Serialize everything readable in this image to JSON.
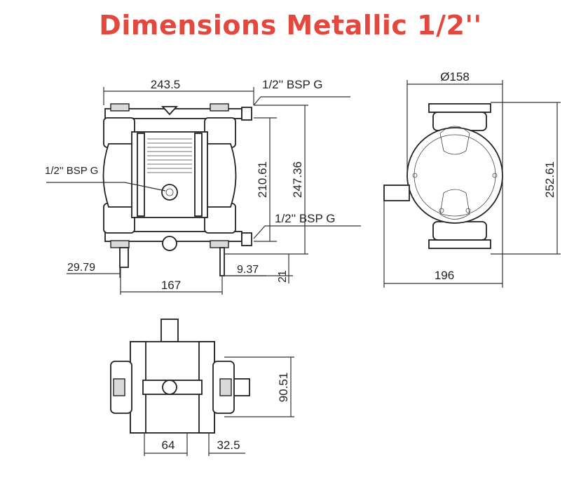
{
  "title": "Dimensions Metallic 1/2''",
  "colors": {
    "title": "#e2483d",
    "drawing": "#222222"
  },
  "front_view": {
    "width_overall": "243.5",
    "outlet_label": "1/2'' BSP G",
    "side_port_label": "1/2'' BSP G",
    "inlet_label": "1/2'' BSP G",
    "height_mid": "210.61",
    "height_overall": "247.36",
    "foot_left": "29.79",
    "foot_right": "9.37",
    "base_offset": "21",
    "foot_span": "167"
  },
  "side_view": {
    "diameter": "Ø158",
    "height": "252.61",
    "depth": "196"
  },
  "top_view": {
    "height": "90.51",
    "left_offset": "64",
    "right_offset": "32.5"
  }
}
